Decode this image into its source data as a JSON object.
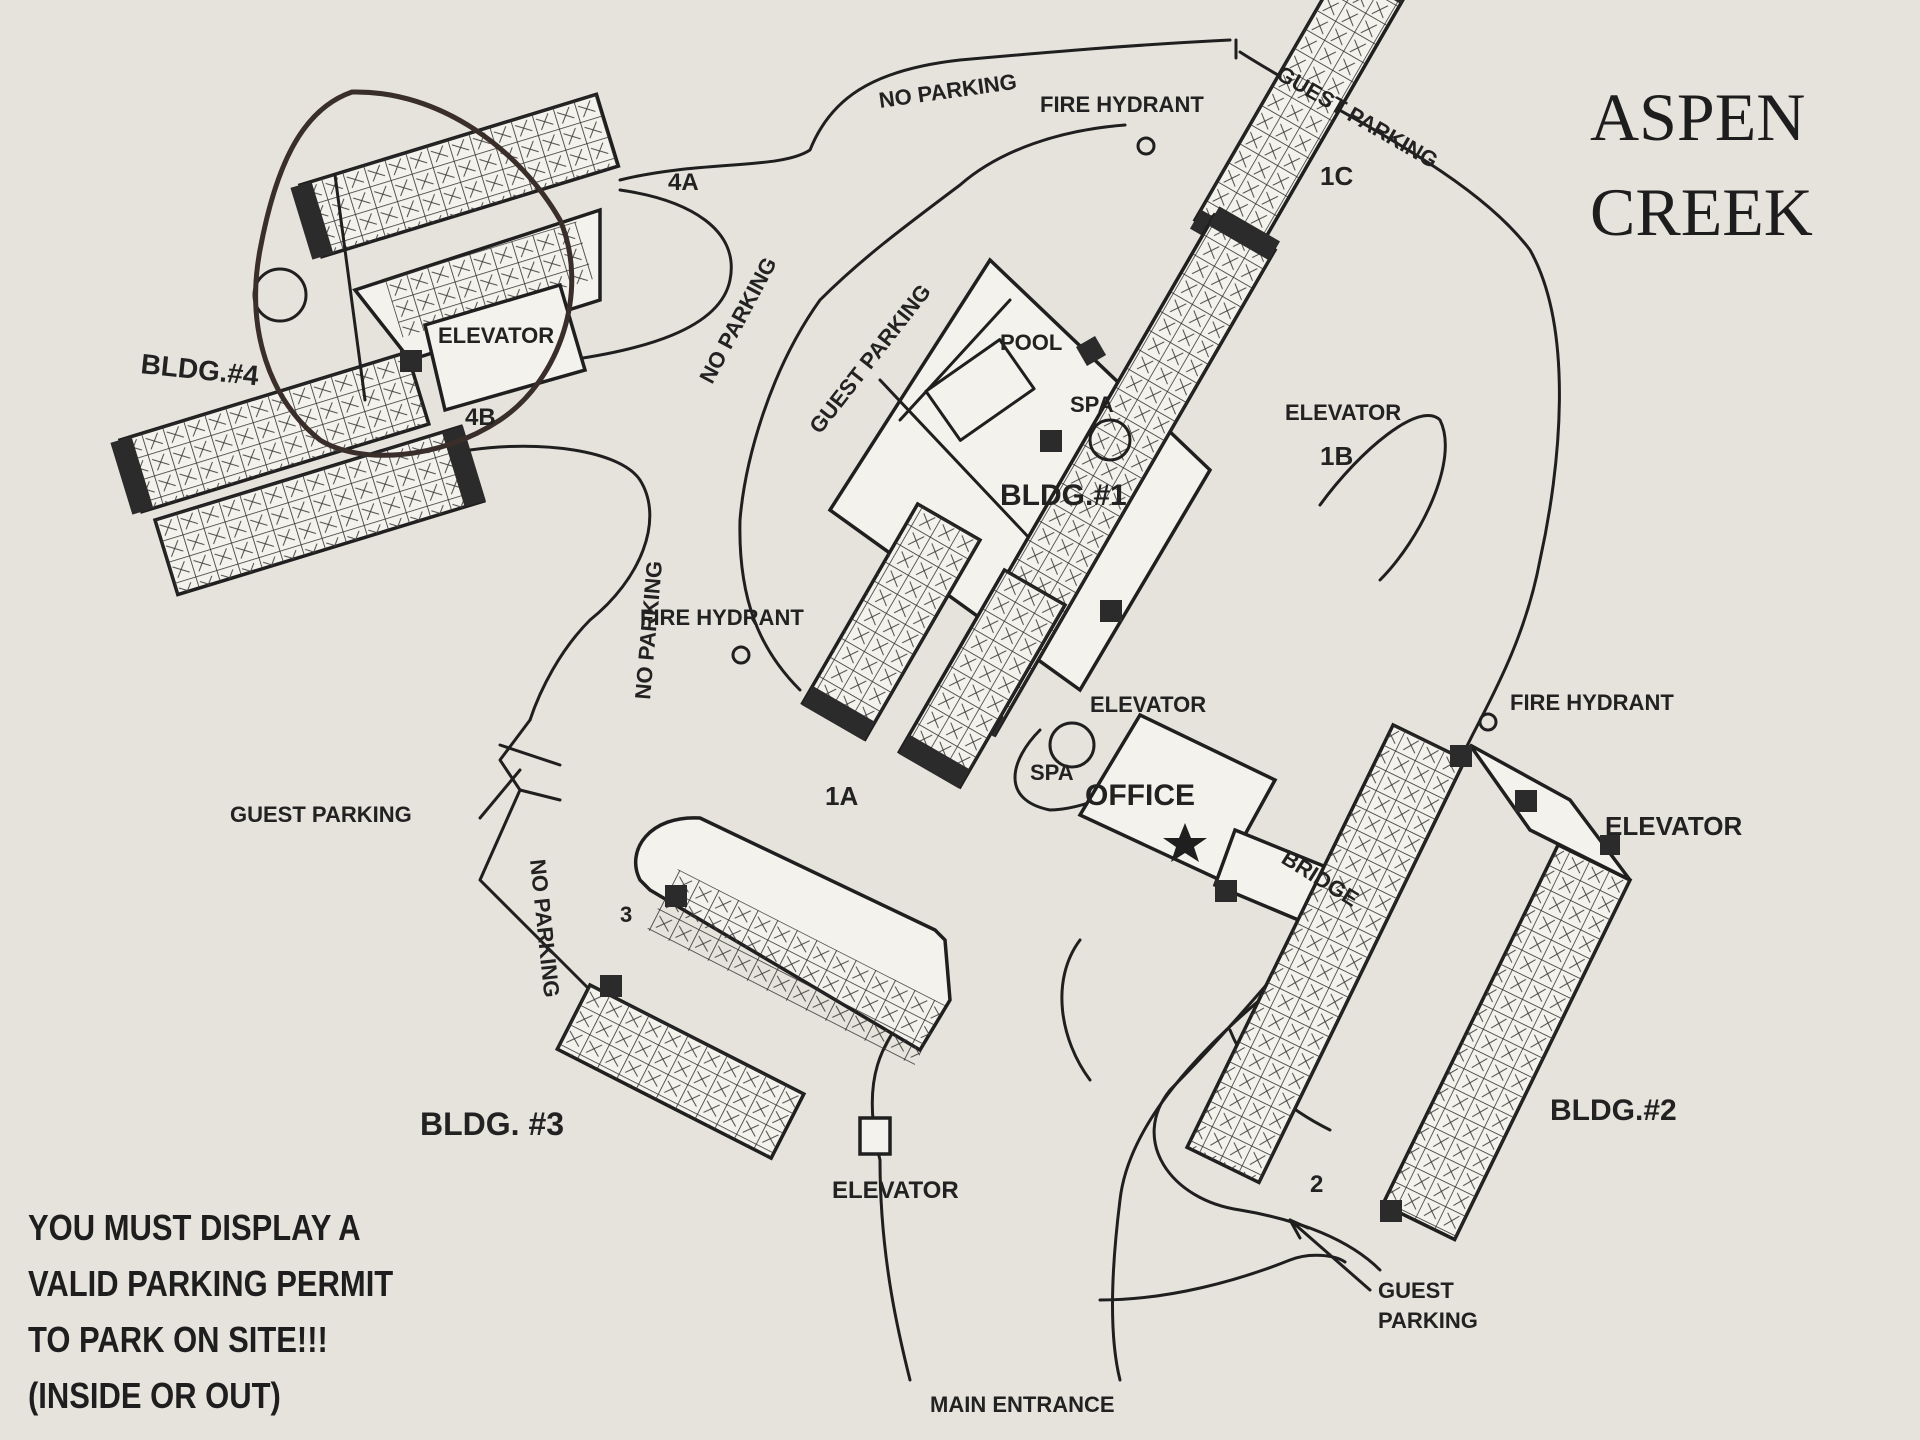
{
  "title": {
    "line1": "ASPEN",
    "line2": "CREEK"
  },
  "buildings": {
    "b1": "BLDG.#1",
    "b2": "BLDG.#2",
    "b3": "BLDG. #3",
    "b4": "BLDG.#4"
  },
  "zones": {
    "z4a": "4A",
    "z4b": "4B",
    "z1a": "1A",
    "z1b": "1B",
    "z1c": "1C",
    "z2": "2",
    "z3": "3"
  },
  "labels": {
    "no_parking": "NO PARKING",
    "guest_parking": "GUEST PARKING",
    "elevator": "ELEVATOR",
    "office": "OFFICE",
    "bridge": "BRIDGE",
    "main_entrance": "MAIN ENTRANCE",
    "fire_hydrant": "FIRE HYDRANT",
    "guest": "GUEST",
    "parking": "PARKING",
    "spa": "SPA",
    "pool": "POOL"
  },
  "notice": [
    "YOU MUST DISPLAY A",
    "VALID PARKING PERMIT",
    "TO PARK ON SITE!!!",
    "(INSIDE OR OUT)"
  ],
  "icons": {
    "office_marker": "star-icon",
    "hydrant_marker": "circle-icon"
  },
  "colors": {
    "paper": "#e6e3dc",
    "ink": "#1f1f1f",
    "hand_circle": "#3a2e2a"
  }
}
